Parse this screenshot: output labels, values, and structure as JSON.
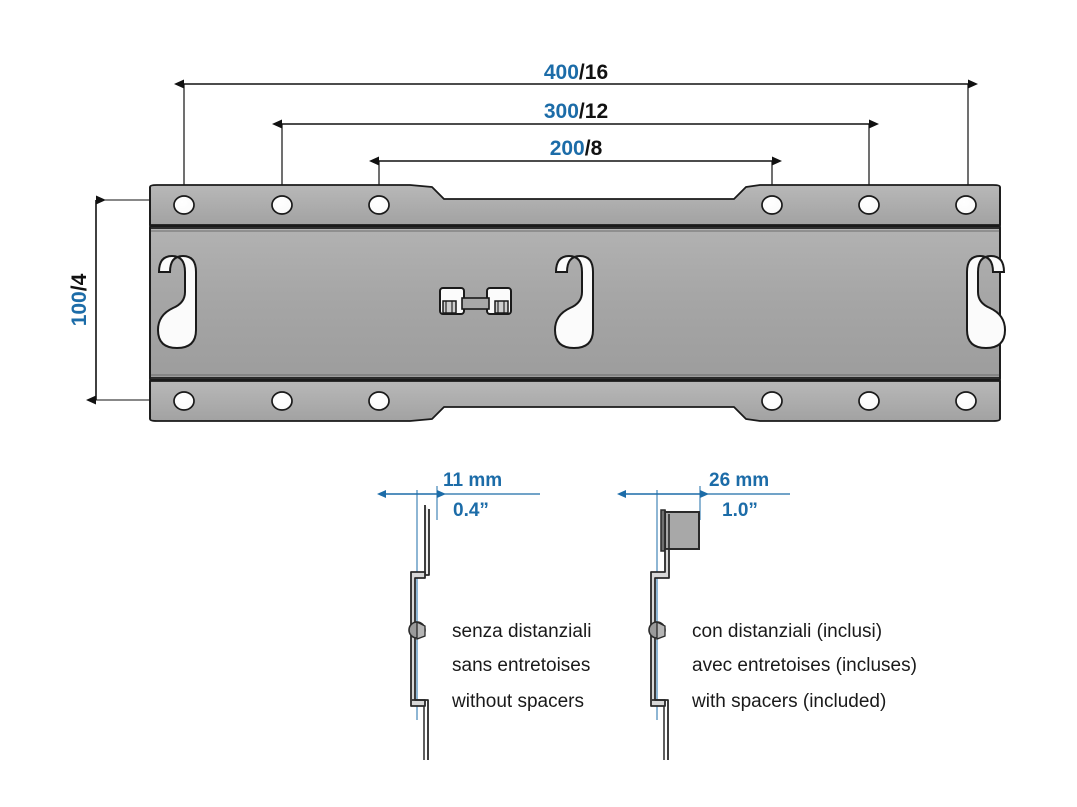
{
  "drawing": {
    "title": "TV wall mount bracket plate - dimensioned technical drawing",
    "background_color": "#ffffff",
    "accent_color": "#1c6ca8",
    "plate_fill": "#a8a8a8",
    "plate_stroke": "#1a1a1a"
  },
  "dimensions": {
    "horizontal": [
      {
        "id": "dim-400",
        "metric": "400",
        "separator": "/",
        "imperial": "16",
        "label": "400/16"
      },
      {
        "id": "dim-300",
        "metric": "300",
        "separator": "/",
        "imperial": "12",
        "label": "300/12"
      },
      {
        "id": "dim-200",
        "metric": "200",
        "separator": "/",
        "imperial": "8",
        "label": "200/8"
      }
    ],
    "vertical": [
      {
        "id": "dim-100",
        "metric": "100",
        "separator": "/",
        "imperial": "4",
        "label": "100/4"
      }
    ]
  },
  "details": {
    "left": {
      "id": "detail-without-spacers",
      "depth_metric": "11 mm",
      "depth_imperial": "0.4”",
      "captions": [
        "senza distanziali",
        "sans entretoises",
        "without spacers"
      ]
    },
    "right": {
      "id": "detail-with-spacers",
      "depth_metric": "26 mm",
      "depth_imperial": "1.0”",
      "captions": [
        "con distanziali (inclusi)",
        "avec entretoises (incluses)",
        "with spacers (included)"
      ]
    }
  },
  "plate": {
    "hole_count_top": 6,
    "hole_count_bottom": 6,
    "keyhole_slots": 3,
    "center_bracket": "center-clip-detail"
  }
}
